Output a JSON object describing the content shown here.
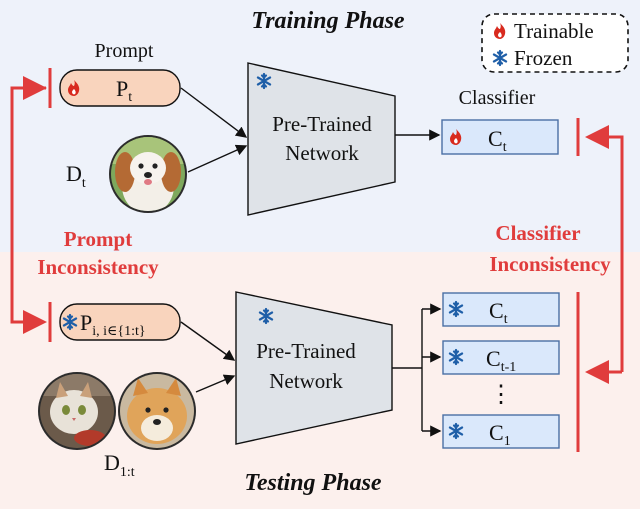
{
  "training": {
    "title": "Training Phase",
    "prompt_label": "Prompt",
    "prompt_name": "P",
    "prompt_sub": "t",
    "data_name": "D",
    "data_sub": "t",
    "network_line1": "Pre-Trained",
    "network_line2": "Network",
    "classifier_label": "Classifier",
    "classifier_name": "C",
    "classifier_sub": "t",
    "image_icons": [
      "dog-photo-icon"
    ]
  },
  "testing": {
    "title": "Testing Phase",
    "prompt_name": "P",
    "prompt_sub": "i, i∈{1:t}",
    "data_name": "D",
    "data_sub": "1:t",
    "network_line1": "Pre-Trained",
    "network_line2": "Network",
    "classifiers": [
      {
        "name": "C",
        "sub": "t"
      },
      {
        "name": "C",
        "sub": "t-1"
      },
      {
        "name": "C",
        "sub": "1"
      }
    ],
    "ellipsis": "⋮",
    "image_icons": [
      "cat-photo-icon",
      "dog-photo-icon"
    ]
  },
  "legend": {
    "trainable": "Trainable",
    "frozen": "Frozen",
    "trainable_icon": "fire-icon",
    "frozen_icon": "snowflake-icon"
  },
  "annotations": {
    "prompt_inconsistency_line1": "Prompt",
    "prompt_inconsistency_line2": "Inconsistency",
    "classifier_inconsistency_line1": "Classifier",
    "classifier_inconsistency_line2": "Inconsistency"
  },
  "colors": {
    "training_bg": "#eef2fa",
    "testing_bg": "#fcf0ed",
    "prompt_fill": "#f9d4bd",
    "classifier_fill": "#dae8fb",
    "classifier_stroke": "#4a6fa5",
    "network_fill": "#dfe3e8",
    "accent_red": "#e03c3c",
    "frozen_blue": "#1f5fa8",
    "fire_red": "#d82a1e"
  }
}
